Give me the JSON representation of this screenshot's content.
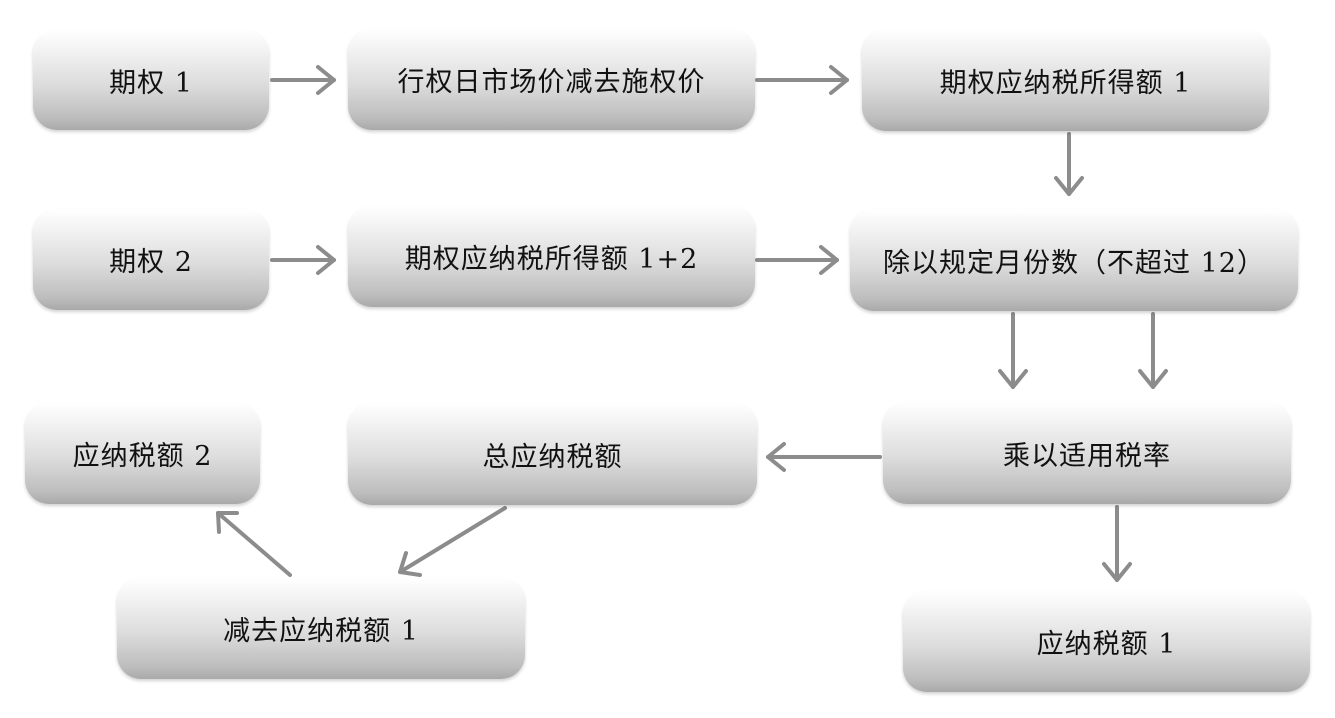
{
  "nodes": {
    "option1": "期权 1",
    "exercise_price_diff": "行权日市场价减去施权价",
    "taxable_income_1": "期权应纳税所得额 1",
    "option2": "期权 2",
    "taxable_income_1_2": "期权应纳税所得额 1+2",
    "divide_months": "除以规定月份数（不超过 12）",
    "tax_payable_2": "应纳税额 2",
    "total_tax_payable": "总应纳税额",
    "multiply_rate": "乘以适用税率",
    "subtract_tax_1": "减去应纳税额 1",
    "tax_payable_1": "应纳税额 1"
  },
  "colors": {
    "arrow": "#8c8c8c",
    "node_top": "#ffffff",
    "node_bottom": "#a9a9a9"
  }
}
